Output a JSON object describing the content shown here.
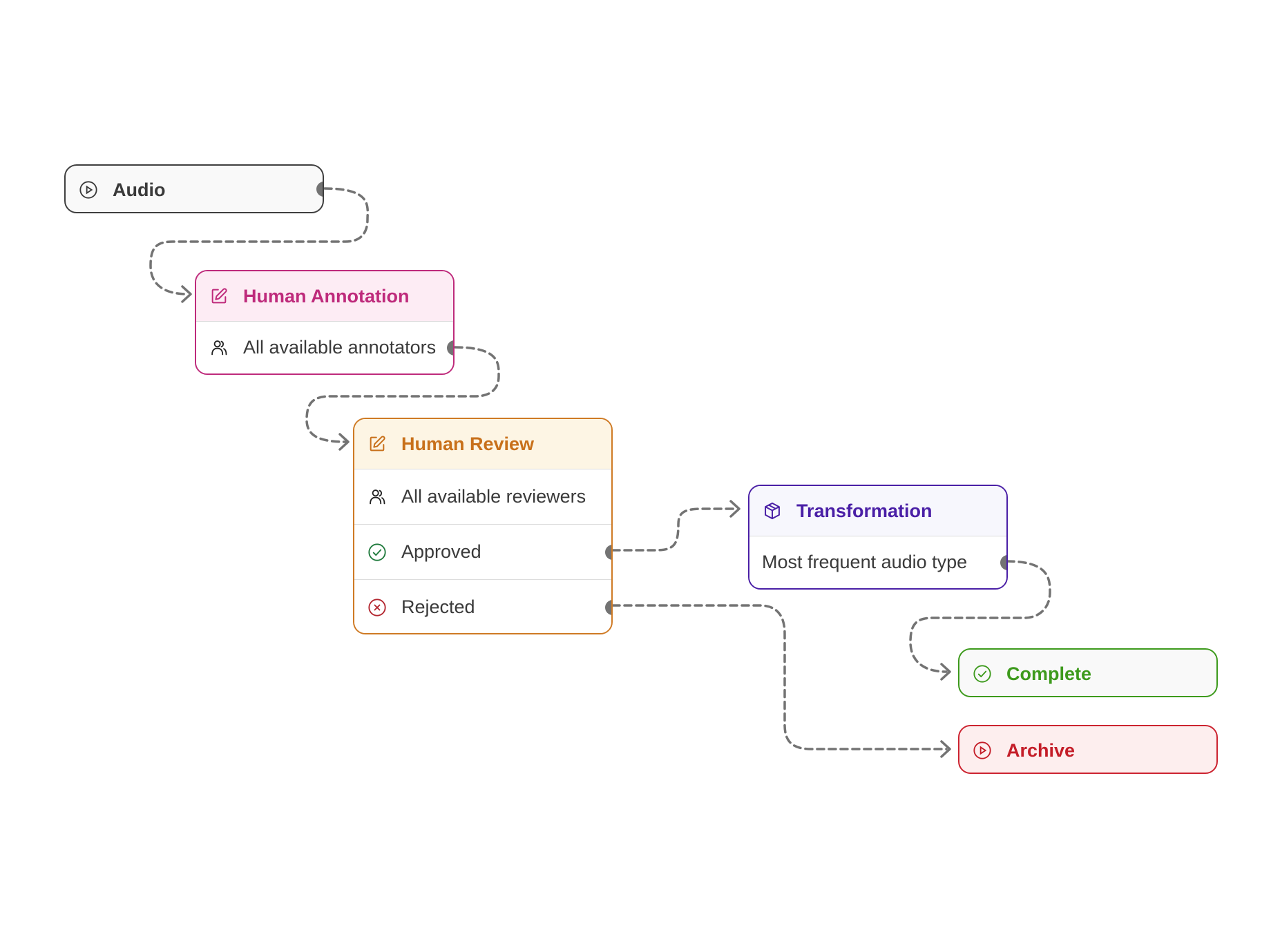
{
  "colors": {
    "edge": "#737373",
    "audio": {
      "border": "#3f3f3f",
      "bg": "#f9f9f9",
      "text": "#3a3a3a"
    },
    "annotation": {
      "border": "#be2a7b",
      "bg": "#fdecf4",
      "text": "#be2a7b"
    },
    "review": {
      "border": "#cf7a24",
      "bg": "#fdf5e4",
      "text": "#c8701a"
    },
    "transformation": {
      "border": "#4a1fa6",
      "bg": "#f7f7fd",
      "text": "#4a1fa6"
    },
    "complete": {
      "border": "#3d9a1c",
      "bg": "#f9f9f9",
      "text": "#3d9a1c"
    },
    "archive": {
      "border": "#cc2330",
      "bg": "#fdeeee",
      "text": "#c41d28"
    },
    "approved_icon": "#1f7a3c",
    "rejected_icon": "#b3262f"
  },
  "nodes": {
    "audio": {
      "label": "Audio",
      "icon": "play-circle-icon"
    },
    "annotation": {
      "title": "Human Annotation",
      "title_icon": "edit-icon",
      "assignee": "All available annotators",
      "assignee_icon": "users-icon"
    },
    "review": {
      "title": "Human Review",
      "title_icon": "edit-icon",
      "assignee": "All available reviewers",
      "assignee_icon": "users-icon",
      "approved": "Approved",
      "approved_icon": "check-circle-icon",
      "rejected": "Rejected",
      "rejected_icon": "x-circle-icon"
    },
    "transformation": {
      "title": "Transformation",
      "title_icon": "cube-icon",
      "detail": "Most frequent audio type"
    },
    "complete": {
      "label": "Complete",
      "icon": "check-circle-icon"
    },
    "archive": {
      "label": "Archive",
      "icon": "play-circle-icon"
    }
  }
}
